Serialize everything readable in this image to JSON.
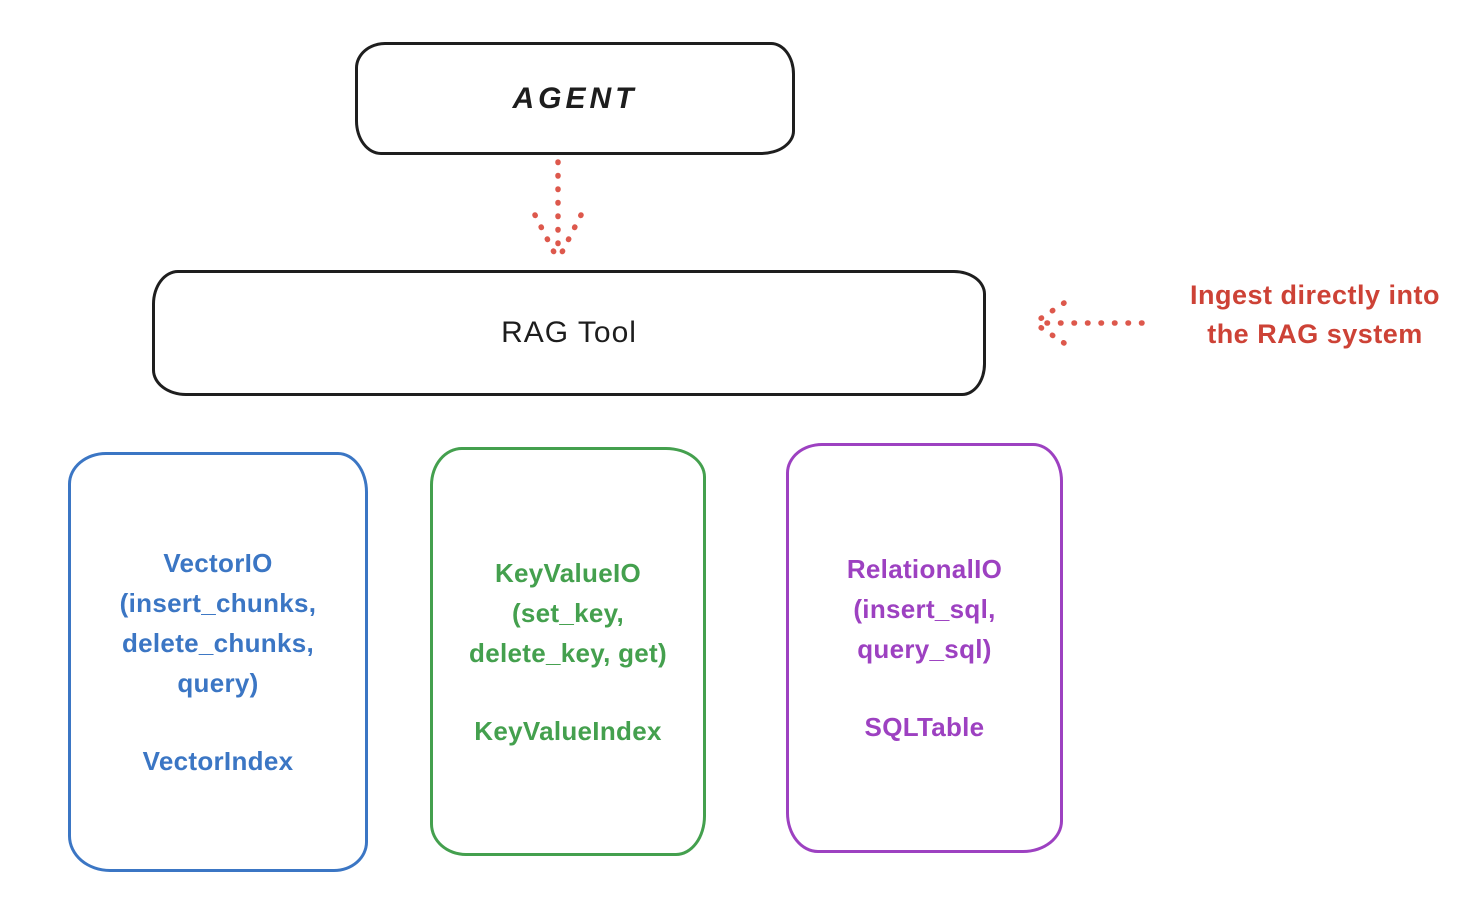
{
  "diagram": {
    "agent": {
      "label": "AGENT"
    },
    "rag_tool": {
      "label": "RAG Tool"
    },
    "annotation": {
      "line1": "Ingest directly into",
      "line2": "the RAG system"
    },
    "arrows": [
      {
        "name": "agent-to-rag-tool",
        "style": "dotted",
        "direction": "down"
      },
      {
        "name": "annotation-to-rag-tool",
        "style": "dotted",
        "direction": "left"
      }
    ],
    "storage_boxes": [
      {
        "title": "VectorIO",
        "method_lines": [
          "(insert_chunks,",
          "delete_chunks,",
          "query)"
        ],
        "index_label": "VectorIndex",
        "color": "#3b76c4"
      },
      {
        "title": "KeyValueIO",
        "method_lines": [
          "(set_key,",
          "delete_key, get)"
        ],
        "index_label": "KeyValueIndex",
        "color": "#44a04e"
      },
      {
        "title": "RelationalIO",
        "method_lines": [
          "(insert_sql,",
          "query_sql)"
        ],
        "index_label": "SQLTable",
        "color": "#9d41c1"
      }
    ],
    "colors": {
      "node_stroke": "#1e1e1e",
      "annotation_text": "#cd4236",
      "arrow_red": "#dd584c",
      "background": "#ffffff"
    }
  }
}
